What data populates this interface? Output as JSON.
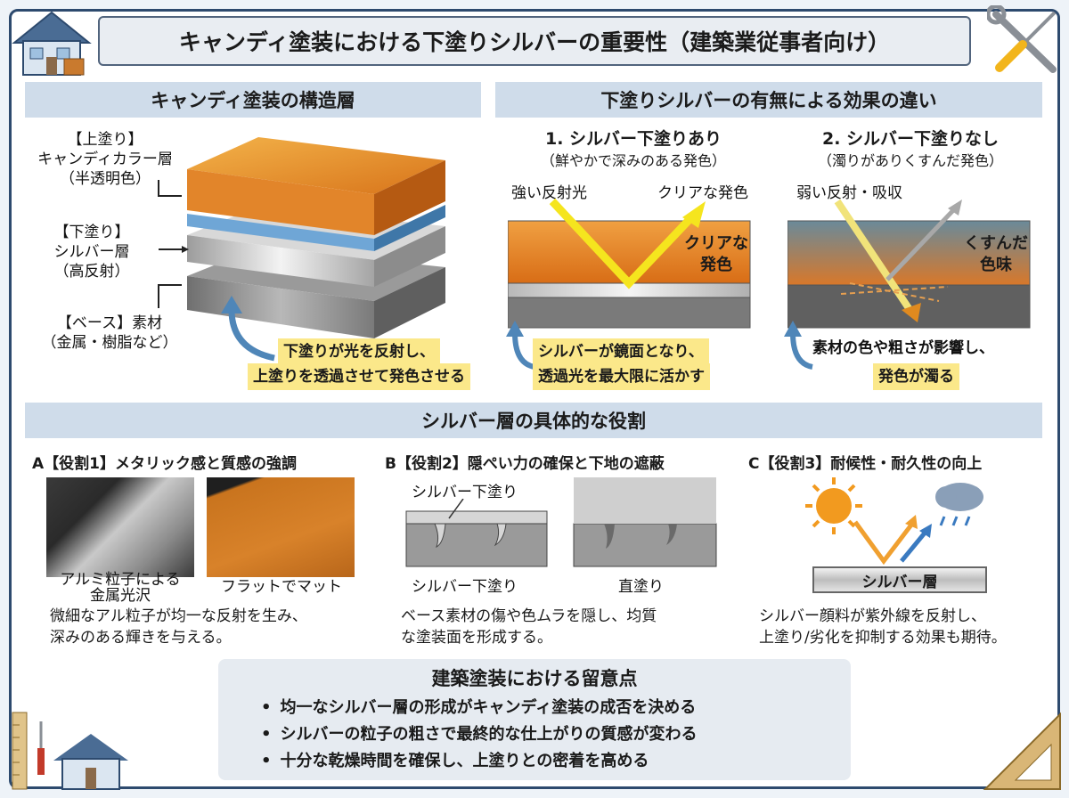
{
  "title": "キャンディ塗装における下塗りシルバーの重要性（建築業従事者向け）",
  "structure": {
    "heading": "キャンディ塗装の構造層",
    "top_coat": [
      "【上塗り】",
      "キャンディカラー層",
      "（半透明色）"
    ],
    "under_coat": [
      "【下塗り】",
      "シルバー層",
      "（高反射）"
    ],
    "base": [
      "【ベース】素材",
      "（金属・樹脂など）"
    ],
    "callout": [
      "下塗りが光を反射し、",
      "上塗りを透過させて発色させる"
    ]
  },
  "comparison": {
    "heading": "下塗りシルバーの有無による効果の違い",
    "with": {
      "title": "1. シルバー下塗りあり",
      "subtitle": "（鮮やかで深みのある発色）",
      "label_left": "強い反射光",
      "label_right": "クリアな発色",
      "inner": [
        "クリアな",
        "発色"
      ],
      "callout": [
        "シルバーが鏡面となり、",
        "透過光を最大限に活かす"
      ]
    },
    "without": {
      "title": "2. シルバー下塗りなし",
      "subtitle": "（濁りがありくすんだ発色）",
      "label_left": "弱い反射・吸収",
      "inner": [
        "くすんだ",
        "色味"
      ],
      "callout": [
        "素材の色や粗さが影響し、",
        "発色が濁る"
      ]
    }
  },
  "roles": {
    "heading": "シルバー層の具体的な役割",
    "a": {
      "title": "A【役割1】メタリック感と質感の強調",
      "img1_label": [
        "アルミ粒子による",
        "金属光沢"
      ],
      "img2_label": "フラットでマット",
      "desc": [
        "微細なアル粒子が均一な反射を生み、",
        "深みのある輝きを与える。"
      ]
    },
    "b": {
      "title": "B【役割2】隠ぺい力の確保と下地の遮蔽",
      "inner_label": "シルバー下塗り",
      "img1_label": "シルバー下塗り",
      "img2_label": "直塗り",
      "desc": [
        "ベース素材の傷や色ムラを隠し、均質",
        "な塗装面を形成する。"
      ]
    },
    "c": {
      "title": "C【役割3】耐候性・耐久性の向上",
      "bar_label": "シルバー層",
      "desc": [
        "シルバー顔料が紫外線を反射し、",
        "上塗り/劣化を抑制する効果も期待。"
      ]
    }
  },
  "notes": {
    "heading": "建築塗装における留意点",
    "items": [
      "均一なシルバー層の形成がキャンディ塗装の成否を決める",
      "シルバーの粒子の粗さで最終的な仕上がりの質感が変わる",
      "十分な乾燥時間を確保し、上塗りとの密着を高める"
    ]
  },
  "colors": {
    "frame": "#2d4a6e",
    "section_head": "#cfdcea",
    "highlight": "#fbe88a",
    "candy_orange": "#e07a1f",
    "arrow_yellow": "#f5e51e",
    "callout_arrow": "#4f86b8"
  }
}
